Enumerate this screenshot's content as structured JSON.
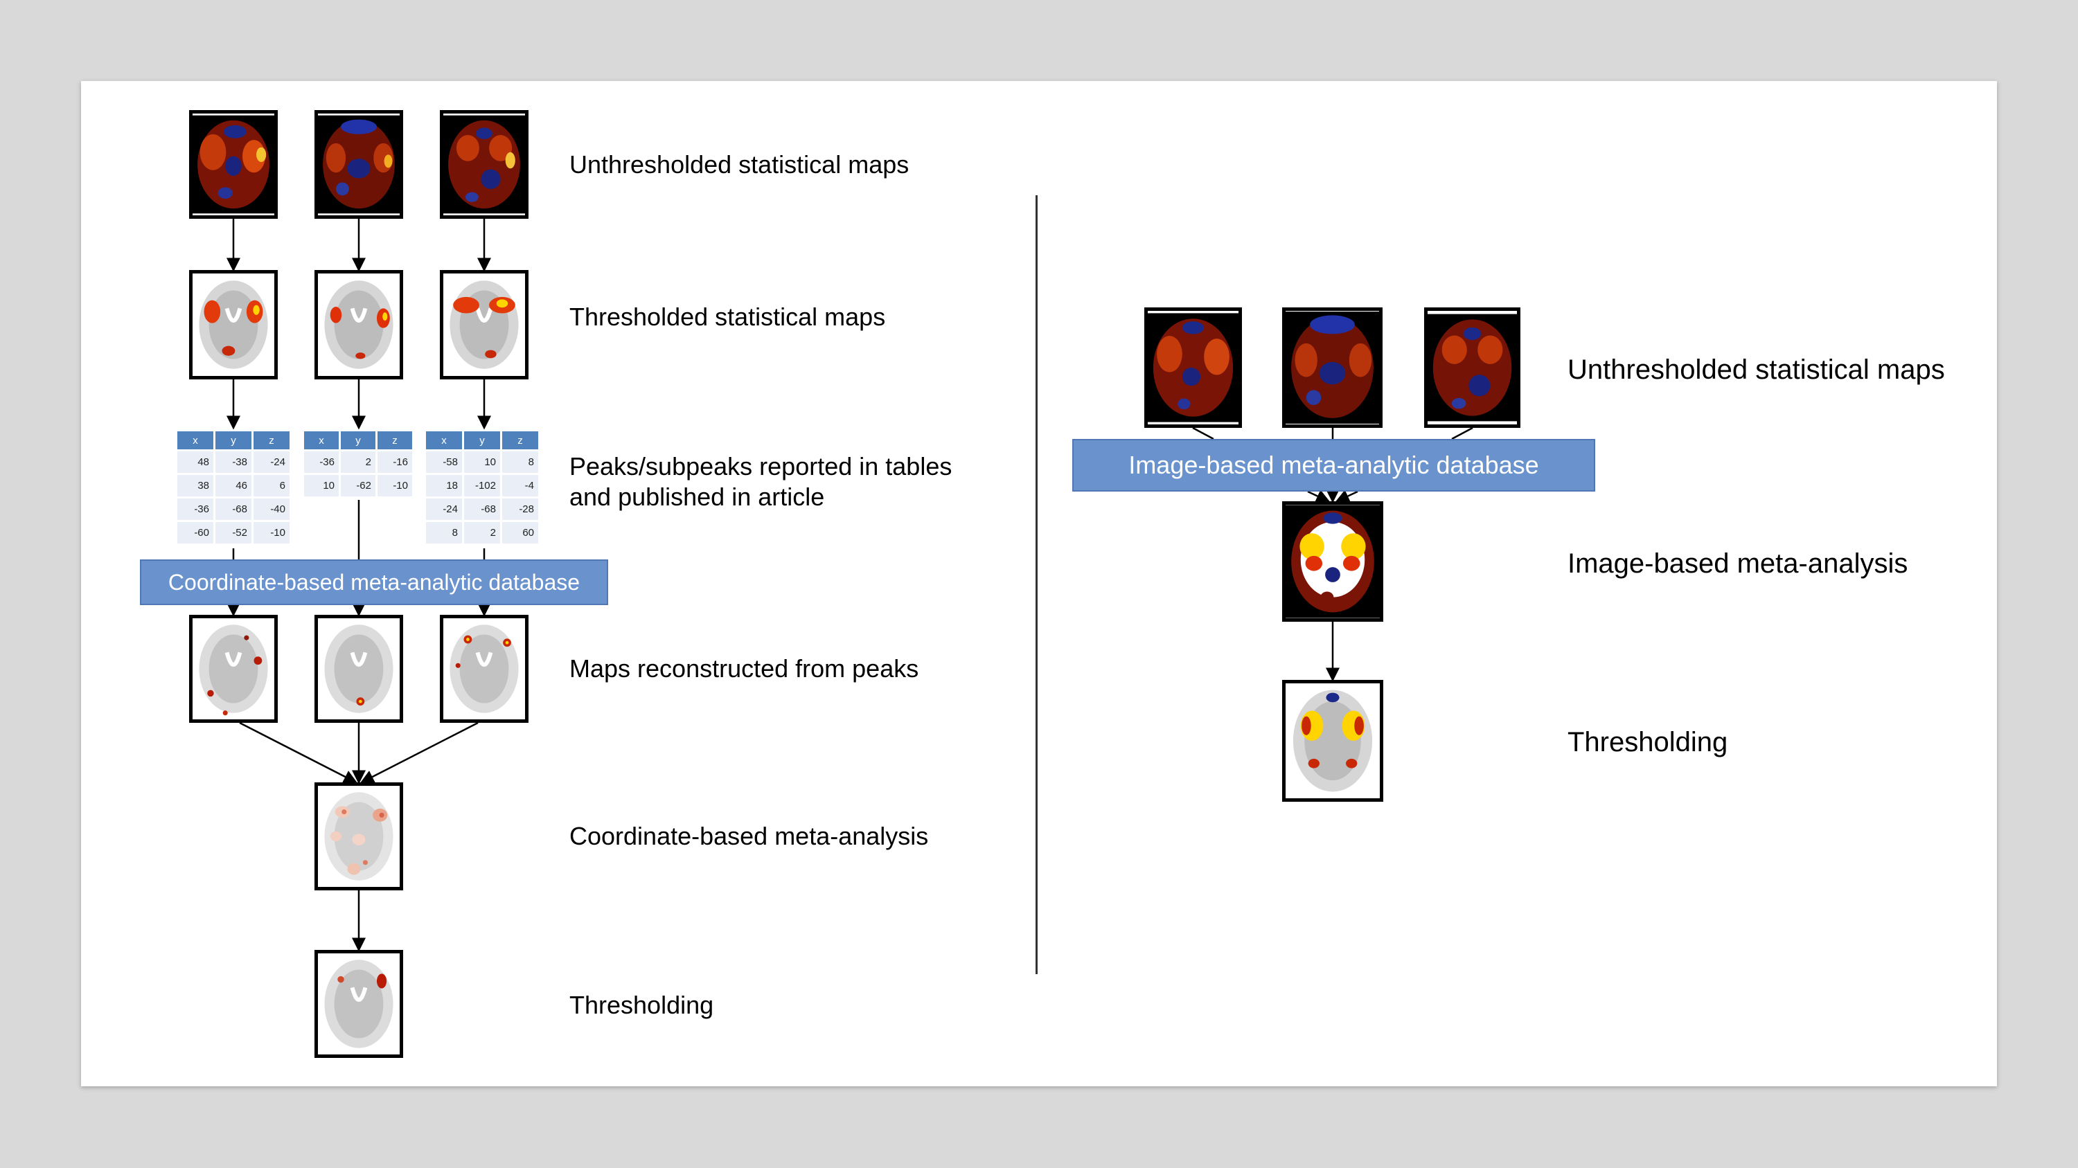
{
  "left": {
    "labels": {
      "unthresholded": "Unthresholded statistical maps",
      "thresholded": "Thresholded statistical maps",
      "peaks_line1": "Peaks/subpeaks reported in tables",
      "peaks_line2": "and published in article",
      "reconstructed": "Maps reconstructed from peaks",
      "meta": "Coordinate-based meta-analysis",
      "thresholding": "Thresholding"
    },
    "database_label": "Coordinate-based meta-analytic database",
    "peak_tables": [
      {
        "headers": [
          "x",
          "y",
          "z"
        ],
        "rows": [
          [
            "48",
            "-38",
            "-24"
          ],
          [
            "38",
            "46",
            "6"
          ],
          [
            "-36",
            "-68",
            "-40"
          ],
          [
            "-60",
            "-52",
            "-10"
          ]
        ]
      },
      {
        "headers": [
          "x",
          "y",
          "z"
        ],
        "rows": [
          [
            "-36",
            "2",
            "-16"
          ],
          [
            "10",
            "-62",
            "-10"
          ]
        ]
      },
      {
        "headers": [
          "x",
          "y",
          "z"
        ],
        "rows": [
          [
            "-58",
            "10",
            "8"
          ],
          [
            "18",
            "-102",
            "-4"
          ],
          [
            "-24",
            "-68",
            "-28"
          ],
          [
            "8",
            "2",
            "60"
          ]
        ]
      }
    ]
  },
  "right": {
    "labels": {
      "unthresholded": "Unthresholded statistical maps",
      "meta": "Image-based meta-analysis",
      "thresholding": "Thresholding"
    },
    "database_label": "Image-based meta-analytic database"
  },
  "colors": {
    "database_bar": "#6a93cd",
    "table_header": "#4f81bd",
    "table_cell": "#e9eef7"
  }
}
